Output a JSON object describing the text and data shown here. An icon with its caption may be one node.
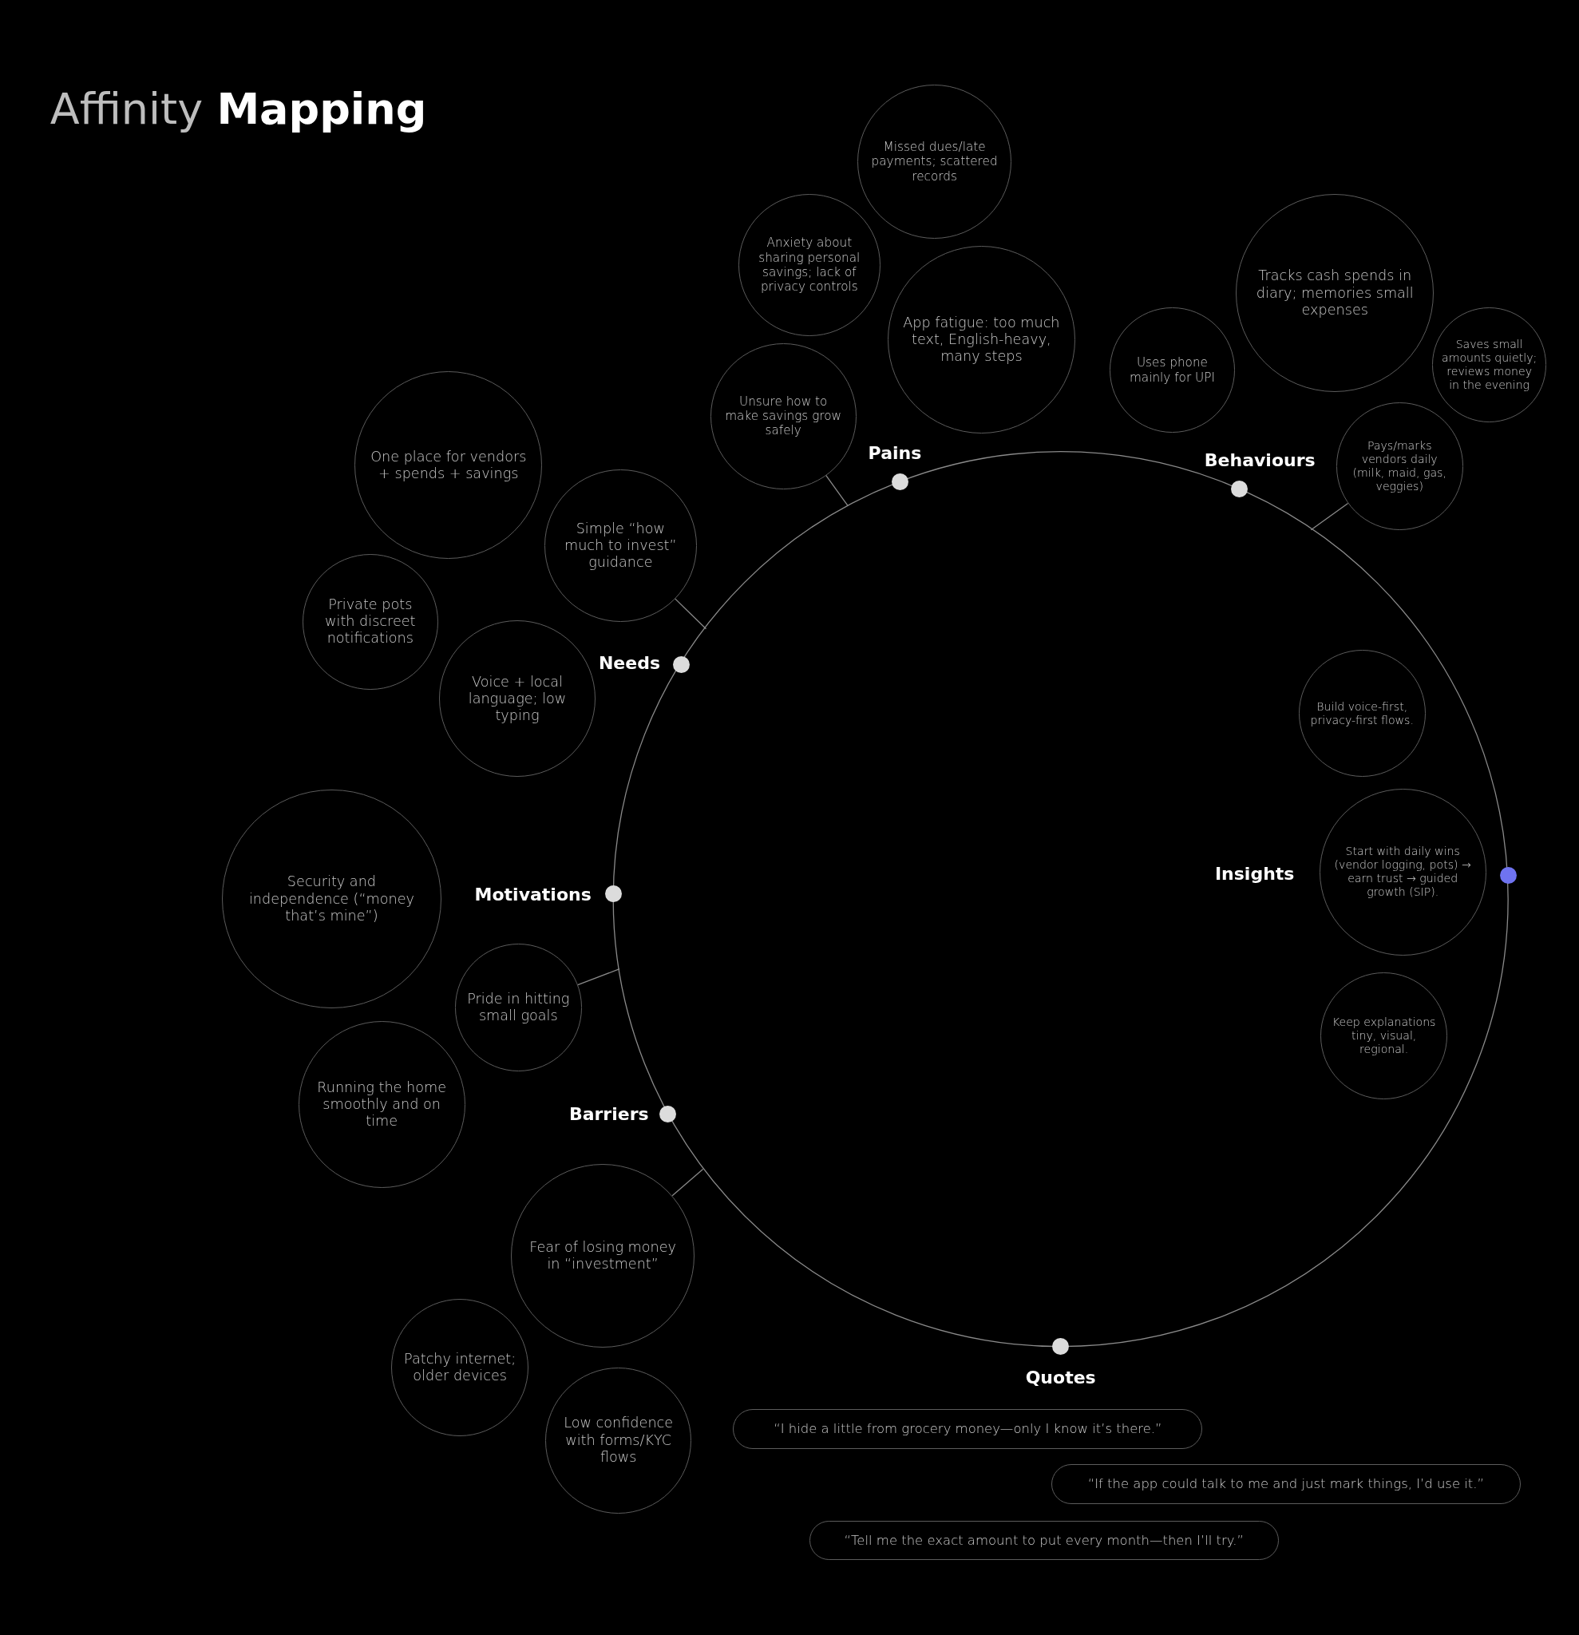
{
  "diagram": {
    "title": "Affinity **Mapping**",
    "labels": [
      "Insights"
    ],
    "nodes": [
      {
        "text": [],
        "shape": "circle",
        "beside": [
          "Pains"
        ]
      },
      {
        "text": [
          "Missed dues/late payments; scattered records"
        ]
      },
      {
        "text": [
          "Anxiety about sharing personal savings; lack of privacy controls"
        ]
      },
      {
        "text": [
          "App fatigue: too much text, English-heavy, many steps"
        ]
      },
      {
        "text": [
          "Unsure how to make savings grow safely"
        ]
      },
      {
        "text": [],
        "shape": "circle",
        "beside": [
          "Behaviours"
        ]
      },
      {
        "text": [
          "Tracks cash spends in diary; memories small expenses"
        ]
      },
      {
        "text": [
          "Uses phone mainly for UPI"
        ]
      },
      {
        "text": [
          "Saves small amounts quietly; reviews money in the evening"
        ]
      },
      {
        "text": [
          "Pays/marks vendors daily (milk, maid, gas, veggies)"
        ]
      },
      {
        "text": [],
        "shape": "circle",
        "beside": [
          "Needs"
        ]
      },
      {
        "text": [
          "One place for vendors + spends + savings"
        ]
      },
      {
        "text": [
          "Simple “how much to invest” guidance"
        ]
      },
      {
        "text": [
          "Private pots with discreet notifications"
        ]
      },
      {
        "text": [
          "Voice + local language; low typing"
        ]
      },
      {
        "text": [],
        "shape": "circle",
        "beside": [
          "Motivations"
        ]
      },
      {
        "text": [
          "Security and independence (“money that’s mine”)"
        ]
      },
      {
        "text": [
          "Pride in hitting small goals"
        ]
      },
      {
        "text": [
          "Running the home smoothly and on time"
        ]
      },
      {
        "text": [],
        "shape": "circle",
        "beside": [
          "Barriers"
        ]
      },
      {
        "text": [
          "Fear of losing money in “investment”"
        ]
      },
      {
        "text": [
          "Patchy internet; older devices"
        ]
      },
      {
        "text": [
          "Low confidence with forms/KYC flows"
        ]
      },
      {
        "text": [],
        "shape": "circle"
      },
      {
        "text": [
          "Build voice-first, privacy-first flows."
        ]
      },
      {
        "text": [
          "Start with daily wins (vendor logging, pots) → earn trust → guided growth (SIP)."
        ]
      },
      {
        "text": [
          "Keep explanations tiny, visual, regional."
        ]
      },
      {
        "text": [],
        "shape": "circle",
        "beside": [
          "Quotes"
        ]
      },
      {
        "text": [
          "“I hide a little from grocery money—only I know it’s there.”"
        ]
      },
      {
        "text": [
          "“If the app could talk to me and just mark things, I’d use it.”"
        ]
      },
      {
        "text": [
          "“Tell me the exact amount to put every month—then I’ll try.”"
        ]
      }
    ],
    "edges": [
      {
        "from": 4,
        "to": null,
        "arrow": "none"
      },
      {
        "from": 9,
        "to": null,
        "arrow": "none"
      },
      {
        "from": 12,
        "to": null,
        "arrow": "none"
      },
      {
        "from": 17,
        "to": null,
        "arrow": "none"
      },
      {
        "from": 20,
        "to": null,
        "arrow": "none"
      }
    ]
  }
}
